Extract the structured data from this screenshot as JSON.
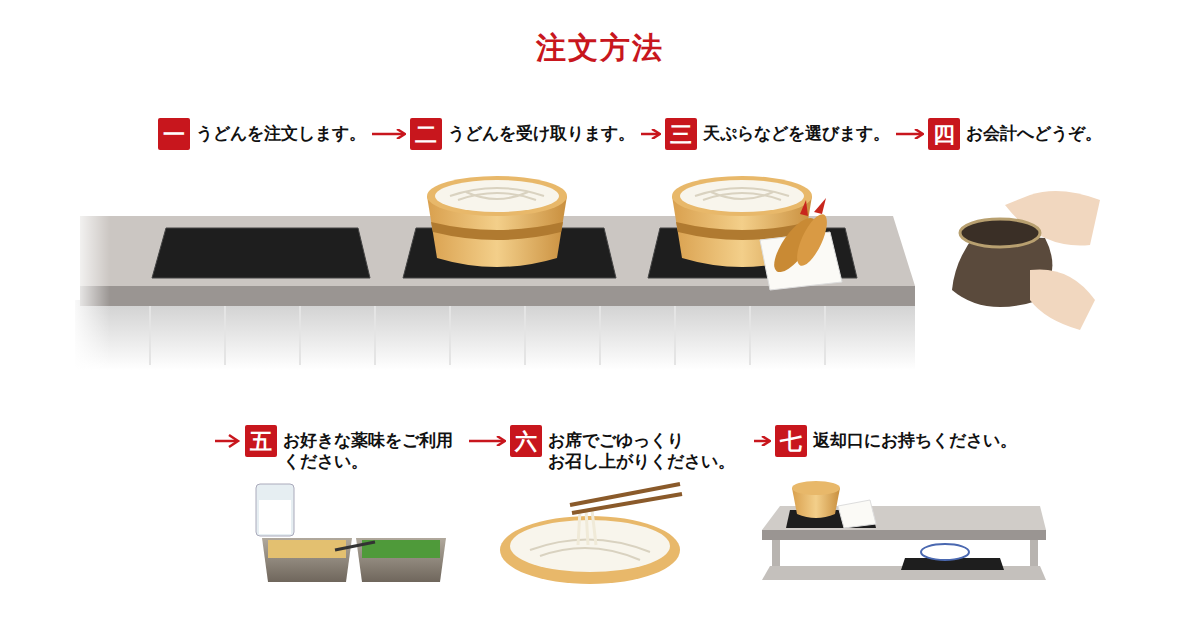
{
  "diagram": {
    "title": "注文方法",
    "nodes": [
      {
        "text": [
          "一",
          "うどんを注文します。"
        ]
      },
      {
        "text": [
          "二",
          "うどんを受け取ります。"
        ]
      },
      {
        "text": [
          "三",
          "天ぷらなどを選びます。"
        ]
      },
      {
        "text": [
          "四",
          "お会計へどうぞ。"
        ]
      },
      {
        "text": [
          "五",
          "お好きな薬味をご利用 ください。"
        ]
      },
      {
        "text": [
          "六",
          "お席でごゆっくり お召し上がりください。"
        ]
      },
      {
        "text": [
          "七",
          "返却口にお持ちください。"
        ]
      }
    ],
    "edges": [
      {
        "from": 0,
        "to": 1,
        "arrow": "to"
      },
      {
        "from": 1,
        "to": 2,
        "arrow": "to"
      },
      {
        "from": 2,
        "to": 3,
        "arrow": "to"
      },
      {
        "from": 4,
        "to": 5,
        "arrow": "to"
      },
      {
        "from": 5,
        "to": 6,
        "arrow": "to"
      }
    ]
  }
}
